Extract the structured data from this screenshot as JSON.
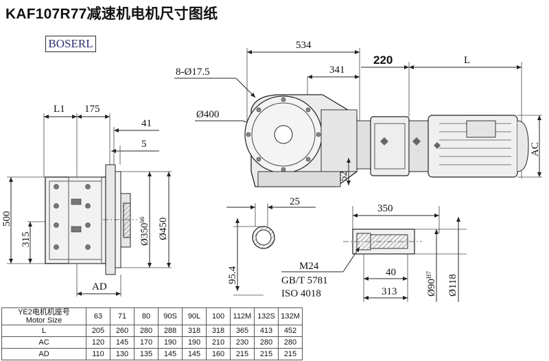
{
  "title": "KAF107R77减速机电机尺寸图纸",
  "brand": "BOSERL",
  "dims": {
    "d534": "534",
    "d341": "341",
    "d220": "220",
    "dL": "L",
    "holes": "8-Ø17.5",
    "d400": "Ø400",
    "L1": "L1",
    "d175": "175",
    "d41": "41",
    "d5": "5",
    "d500": "500",
    "d315": "315",
    "d350": "Ø350",
    "d350tol": "h6",
    "d450": "Ø450",
    "AD": "AD",
    "AC": "AC",
    "d52": "52",
    "d25": "25",
    "d95": "95.4",
    "d350b": "350",
    "m24": "M24",
    "gb": "GB/T 5781",
    "iso": "ISO 4018",
    "d40": "40",
    "d313": "313",
    "d90": "Ø90",
    "d90tol": "H7",
    "d118": "Ø118"
  },
  "table": {
    "header_label_cn": "YE2电机机座号",
    "header_label_en": "Motor Size",
    "sizes": [
      "63",
      "71",
      "80",
      "90S",
      "90L",
      "100",
      "112M",
      "132S",
      "132M"
    ],
    "rows": [
      {
        "label": "L",
        "values": [
          "205",
          "260",
          "280",
          "288",
          "318",
          "318",
          "365",
          "413",
          "452"
        ]
      },
      {
        "label": "AC",
        "values": [
          "120",
          "145",
          "170",
          "190",
          "190",
          "210",
          "230",
          "280",
          "280"
        ]
      },
      {
        "label": "AD",
        "values": [
          "110",
          "130",
          "135",
          "145",
          "145",
          "160",
          "215",
          "215",
          "215"
        ]
      }
    ]
  }
}
